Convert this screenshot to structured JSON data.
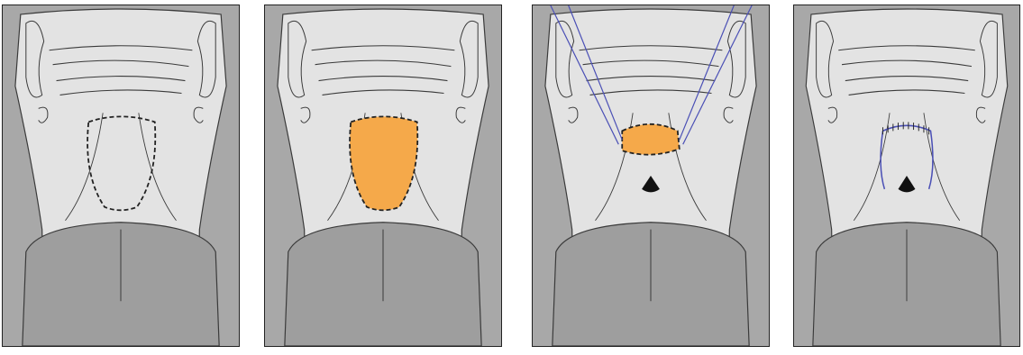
{
  "figure": {
    "panels": [
      {
        "id": "panel-1",
        "step": 1,
        "outline_style": "dashed",
        "filled": false,
        "sutures": "none",
        "opening_visible": false
      },
      {
        "id": "panel-2",
        "step": 2,
        "outline_style": "dashed",
        "filled": true,
        "sutures": "none",
        "opening_visible": false
      },
      {
        "id": "panel-3",
        "step": 3,
        "outline_style": "dashed",
        "filled": true,
        "sutures": "traction",
        "opening_visible": true
      },
      {
        "id": "panel-4",
        "step": 4,
        "outline_style": "sutured",
        "filled": false,
        "sutures": "closure",
        "opening_visible": true
      }
    ],
    "colors": {
      "background": "#ffffff",
      "tissue_light": "#e3e3e3",
      "tissue_dark": "#a8a8a8",
      "tongue": "#9e9e9e",
      "line": "#3a3a3a",
      "flap_fill": "#f5a94a",
      "suture": "#4a4fb5"
    }
  }
}
